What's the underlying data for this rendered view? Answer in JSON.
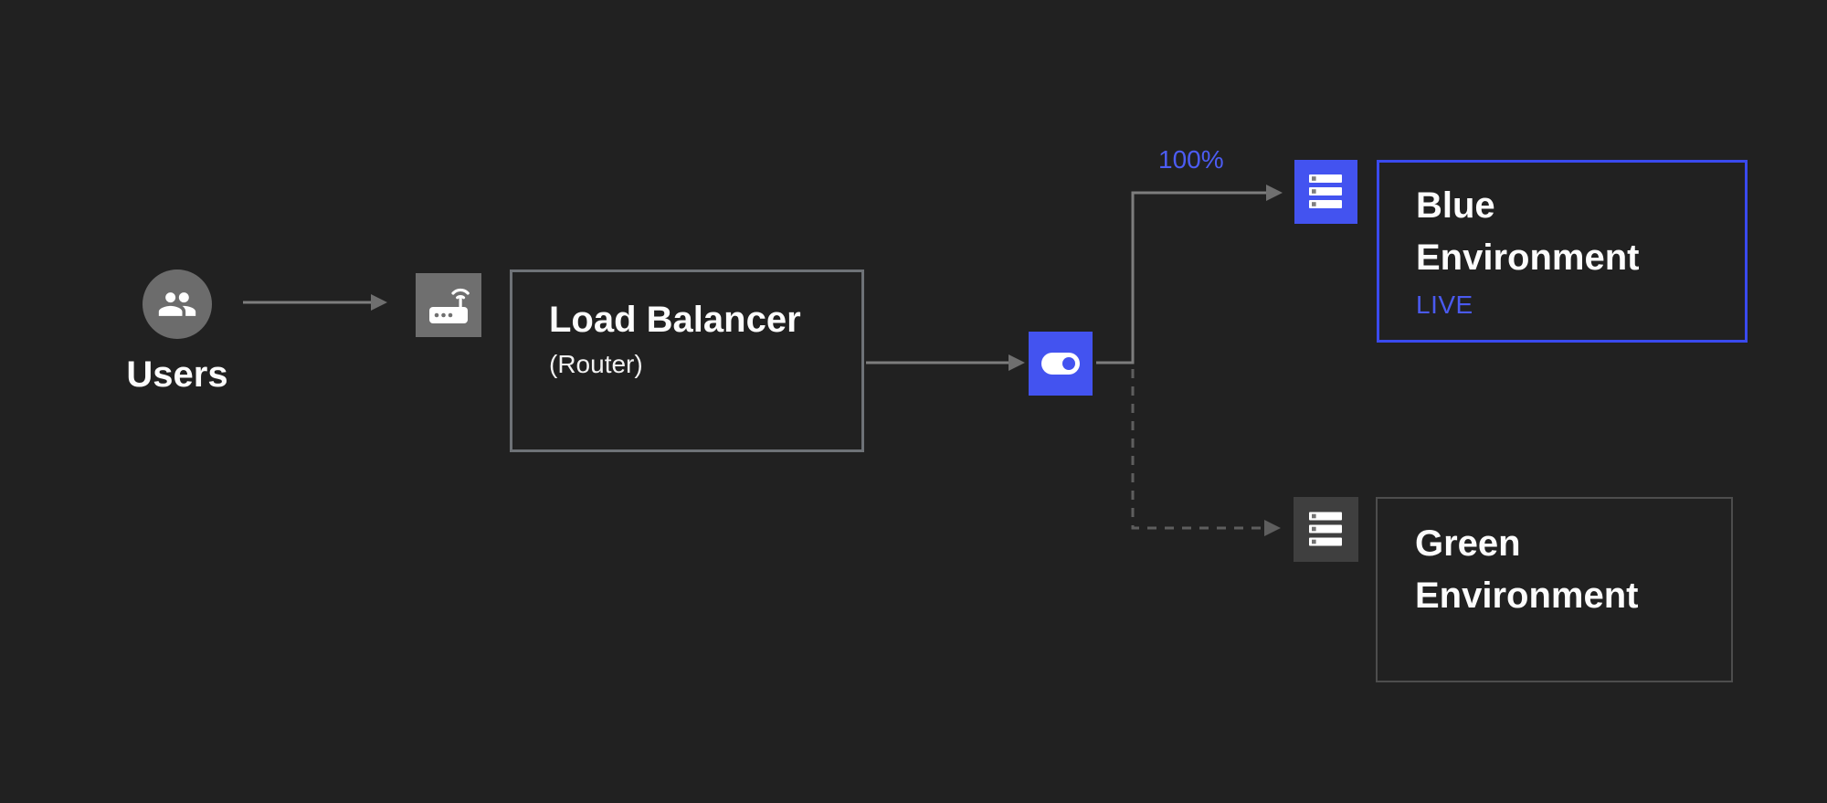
{
  "diagram": {
    "users": {
      "label": "Users"
    },
    "load_balancer": {
      "title": "Load Balancer",
      "subtitle": "(Router)"
    },
    "traffic": {
      "blue_weight_label": "100%"
    },
    "blue_environment": {
      "title": "Blue Environment",
      "status_badge": "LIVE"
    },
    "green_environment": {
      "title": "Green Environment"
    },
    "icons": {
      "users": "users-icon",
      "router": "router-icon",
      "traffic_switch": "toggle-switch-icon",
      "blue_server": "server-stack-icon",
      "green_server": "server-stack-icon"
    },
    "colors": {
      "background": "#212121",
      "accent_blue": "#4353f0",
      "accent_blue_text": "#4c5cf3",
      "solid_line": "#7d7d7d",
      "dashed_line": "#5e5e5e",
      "gray_box_border": "#6e7277",
      "green_box_border": "#4d4d4d",
      "blue_box_border": "#3a4aee",
      "node_gray": "#6f6f6f",
      "dark_server_gray": "#3f3f3f",
      "text_white": "#fcfcfc"
    }
  }
}
